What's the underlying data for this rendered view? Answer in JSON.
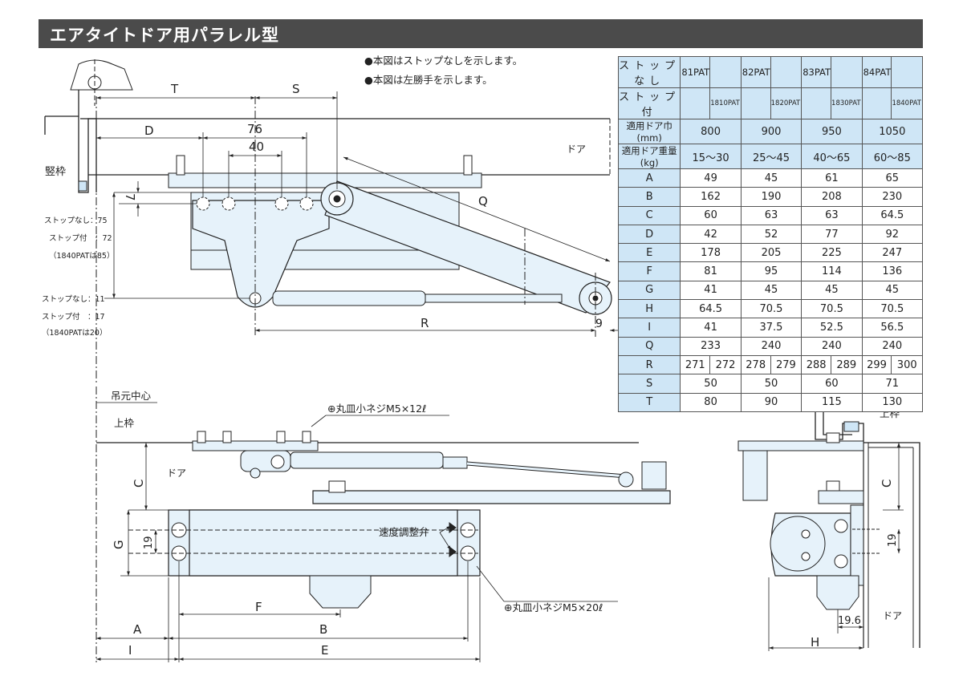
{
  "title": "エアタイトドア用パラレル型",
  "notes": [
    "●本図はストップなしを示します。",
    "●本図は左勝手を示します。"
  ],
  "top_view": {
    "labels": {
      "frame": "竪枠",
      "door": "ドア",
      "stop_none_75": "ストップなし：75",
      "stop_with_72": "ストップ付　：72",
      "pat_85": "（1840PATは85）",
      "stop_none_11": "ストップなし：11",
      "stop_with_17": "ストップ付　：17",
      "pat_20": "（1840PATは20）"
    },
    "dims": {
      "T": "T",
      "S": "S",
      "D": "D",
      "d76": "76",
      "d40": "40",
      "d7": "7",
      "Q": "Q",
      "R": "R",
      "d9": "9"
    }
  },
  "front_view": {
    "labels": {
      "hinge_center": "吊元中心",
      "top_frame": "上枠",
      "door": "ドア",
      "screw12": "⊕丸皿小ネジM5×12ℓ",
      "valve": "速度調整弁",
      "screw20": "⊕丸皿小ネジM5×20ℓ"
    },
    "dims": {
      "C": "C",
      "G": "G",
      "d19": "19",
      "F": "F",
      "A": "A",
      "B": "B",
      "I": "I",
      "E": "E"
    }
  },
  "side_view": {
    "labels": {
      "top_frame": "上枠",
      "door": "ドア"
    },
    "dims": {
      "C": "C",
      "d19": "19",
      "d196": "19.6",
      "H": "H"
    }
  },
  "table": {
    "row_labels": {
      "stop_none": "ストップなし",
      "stop_with": "ストップ付",
      "door_width": "適用ドア巾(mm)",
      "door_weight": "適用ドア重量(kg)"
    },
    "models_none": [
      "81PAT",
      "82PAT",
      "83PAT",
      "84PAT"
    ],
    "models_stop": [
      "1810PAT",
      "1820PAT",
      "1830PAT",
      "1840PAT"
    ],
    "door_width": [
      "800",
      "900",
      "950",
      "1050"
    ],
    "door_weight": [
      "15～30",
      "25～45",
      "40～65",
      "60～85"
    ],
    "rows": [
      {
        "label": "A",
        "values": [
          "49",
          "45",
          "61",
          "65"
        ]
      },
      {
        "label": "B",
        "values": [
          "162",
          "190",
          "208",
          "230"
        ]
      },
      {
        "label": "C",
        "values": [
          "60",
          "63",
          "63",
          "64.5"
        ]
      },
      {
        "label": "D",
        "values": [
          "42",
          "52",
          "77",
          "92"
        ]
      },
      {
        "label": "E",
        "values": [
          "178",
          "205",
          "225",
          "247"
        ]
      },
      {
        "label": "F",
        "values": [
          "81",
          "95",
          "114",
          "136"
        ]
      },
      {
        "label": "G",
        "values": [
          "41",
          "45",
          "45",
          "45"
        ]
      },
      {
        "label": "H",
        "values": [
          "64.5",
          "70.5",
          "70.5",
          "70.5"
        ]
      },
      {
        "label": "I",
        "values": [
          "41",
          "37.5",
          "52.5",
          "56.5"
        ]
      },
      {
        "label": "Q",
        "values": [
          "233",
          "240",
          "240",
          "240"
        ]
      }
    ],
    "r_row": {
      "label": "R",
      "values": [
        "271",
        "272",
        "278",
        "279",
        "288",
        "289",
        "299",
        "300"
      ]
    },
    "rows_after": [
      {
        "label": "S",
        "values": [
          "50",
          "50",
          "60",
          "71"
        ]
      },
      {
        "label": "T",
        "values": [
          "80",
          "90",
          "115",
          "130"
        ]
      }
    ]
  }
}
